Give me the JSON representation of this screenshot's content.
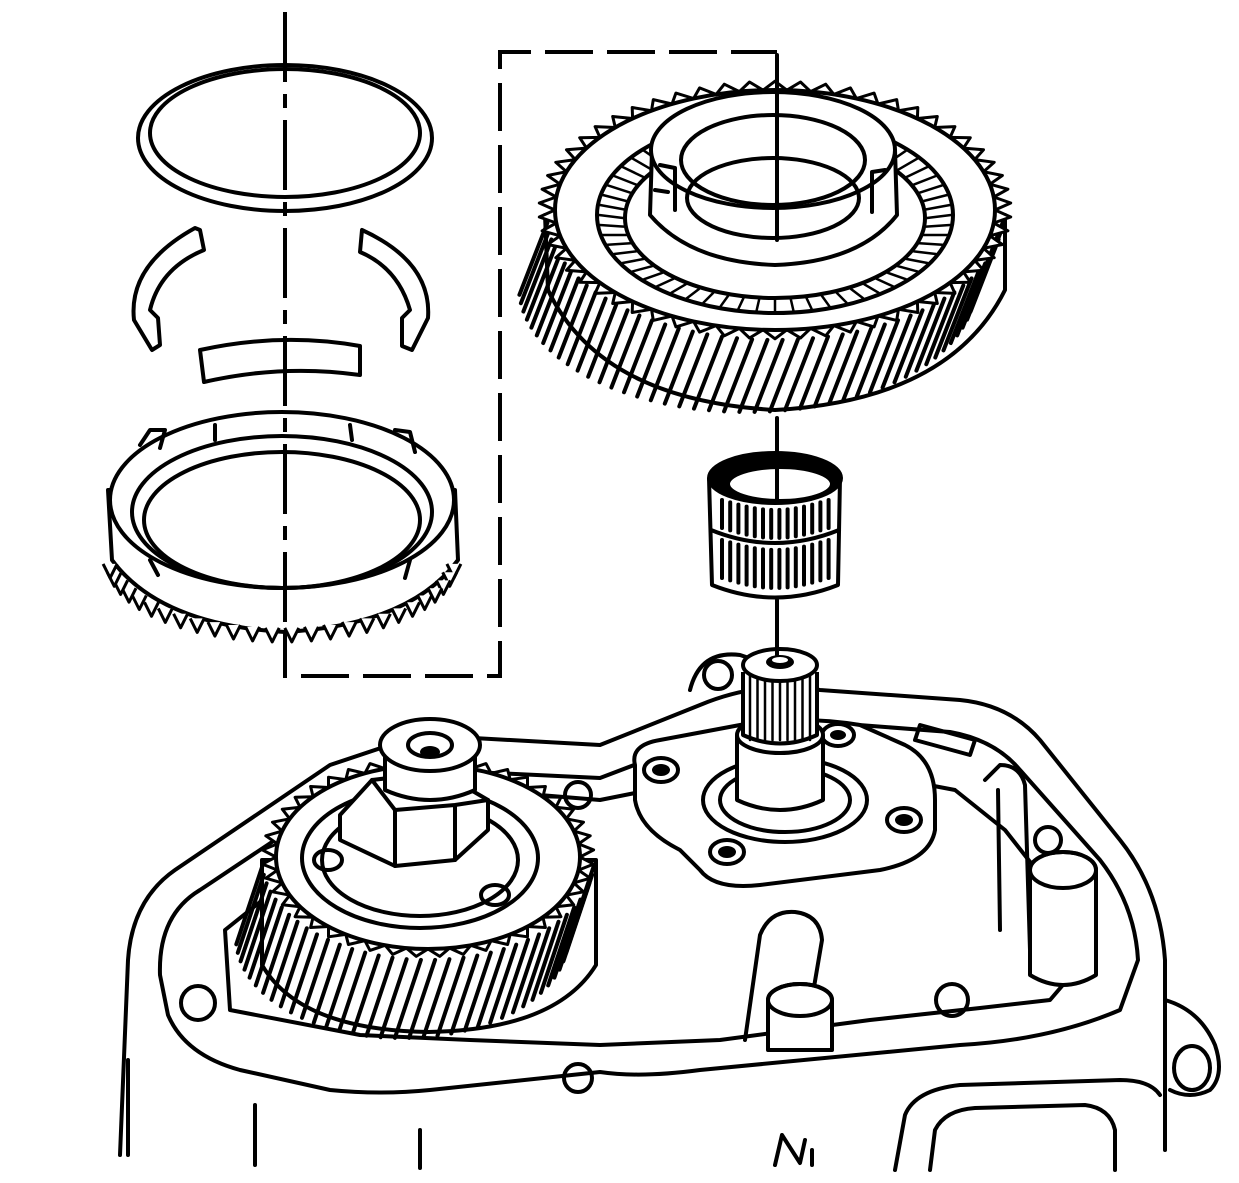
{
  "figure": {
    "stroke_color": "#000000",
    "background_color": "#ffffff",
    "parts": [
      {
        "id": "snap-ring"
      },
      {
        "id": "keys-left"
      },
      {
        "id": "keys-right"
      },
      {
        "id": "key-strut"
      },
      {
        "id": "synchronizer-ring"
      },
      {
        "id": "helical-gear-with-cone"
      },
      {
        "id": "needle-roller-bearing"
      },
      {
        "id": "splined-shaft"
      },
      {
        "id": "bearing-retainer-plate"
      },
      {
        "id": "countershaft-gear-and-nut"
      },
      {
        "id": "transmission-case"
      }
    ]
  }
}
